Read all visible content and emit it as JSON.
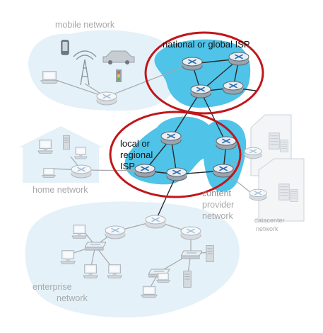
{
  "labels": {
    "mobile_network": "mobile network",
    "national_isp": "national or global ISP",
    "local_isp_line1": "local or",
    "local_isp_line2": "regional",
    "local_isp_line3": "ISP",
    "home_network": "home network",
    "content_provider_line1": "content",
    "content_provider_line2": "provider",
    "content_provider_line3": "network",
    "datacenter_line1": "datacenter",
    "datacenter_line2": "network",
    "enterprise_line1": "enterprise",
    "enterprise_line2": "network"
  },
  "colors": {
    "highlight_ring": "#c0161b",
    "network_fill_light": "#d9edf7",
    "isp_fill": "#4fc3e8",
    "link": "#2a2a2a",
    "faded_link": "#a8a8a8",
    "faded_text": "#a9a9a9"
  }
}
